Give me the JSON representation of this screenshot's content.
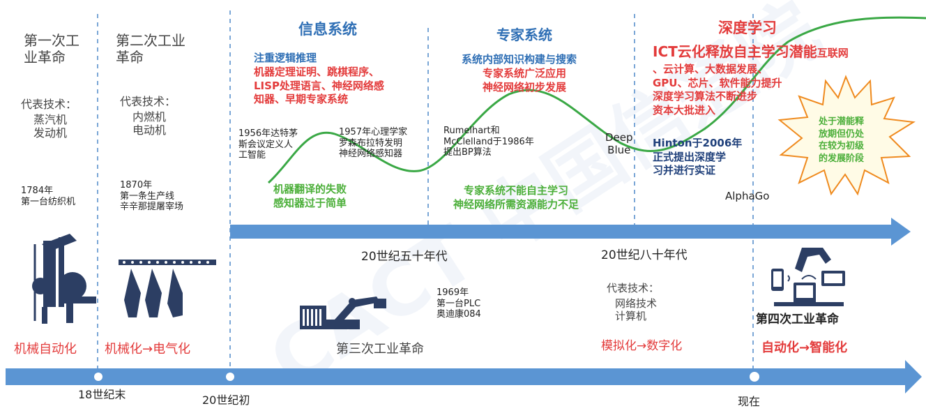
{
  "eras": {
    "first_industrial": {
      "title": "第一次工\n业革命",
      "tech_label": "代表技术：",
      "tech": "蒸汽机\n发动机",
      "event": "1784年\n第一台纺织机",
      "summary": "机械自动化"
    },
    "second_industrial": {
      "title": "第二次工业\n革命",
      "tech_label": "代表技术：",
      "tech": "内燃机\n电动机",
      "event": "1870年\n第一条生产线\n辛辛那提屠宰场",
      "summary": "机械化→电气化"
    },
    "info_system": {
      "title": "信息系统",
      "line1": "注重逻辑推理",
      "body": "机器定理证明、跳棋程序、\nLISP处理语言、神经网络感\n知器、早期专家系统",
      "event1956": "1956年达特茅\n斯会议定义人\n工智能",
      "event1957": "1957年心理学家\n罗森布拉特发明\n神经网络感知器",
      "failure": "机器翻译的失败\n感知器过于简单"
    },
    "expert_system": {
      "title": "专家系统",
      "line1": "系统内部知识构建与搜索",
      "body": "专家系统广泛应用\n神经网络初步发展",
      "event1986": "Rumelhart和\nMcClelland于1986年\n提出BP算法",
      "failure": "专家系统不能自主学习\n神经网络所需资源能力不足"
    },
    "deep_learning": {
      "title": "深度学习",
      "ict_big": "ICT云化释放自主学习潜能",
      "ict_tail": "互联网",
      "body": "、云计算、大数据发展、\nGPU、芯片、软件能力提升\n深度学习算法不断进步\n资本大批进入",
      "hinton": "Hinton于2006年\n正式提出深度学\n习并进行实证",
      "alphago": "AlphaGo",
      "deepblue": "Deep\nBlue",
      "burst": "处于潜能释\n放期但仍处\n在较为初级\n的发展阶段"
    },
    "third_industrial": {
      "fifties": "20世纪五十年代",
      "plc": "1969年\n第一台PLC\n奥迪康084",
      "title": "第三次工业革命"
    },
    "eighties": {
      "title": "20世纪八十年代",
      "tech_label": "代表技术：",
      "tech": "网络技术\n计算机",
      "summary": "模拟化→数字化"
    },
    "fourth_industrial": {
      "title": "第四次工业革命",
      "summary": "自动化→智能化"
    }
  },
  "timeline": {
    "m1": "18世纪末",
    "m2": "20世纪初",
    "m3": "现在"
  },
  "watermark": "CACT 中国信通院",
  "colors": {
    "arrow": "#5b95d3",
    "curve": "#3aa845",
    "red": "#e33b3b",
    "blue": "#2f6fb5",
    "green": "#4caf3a",
    "burst_fill": "#fffbe6",
    "burst_stroke": "#ef8a1e"
  },
  "icons": [
    "loom-icon",
    "assembly-line-icon",
    "robot-arm-icon",
    "smart-devices-icon"
  ]
}
